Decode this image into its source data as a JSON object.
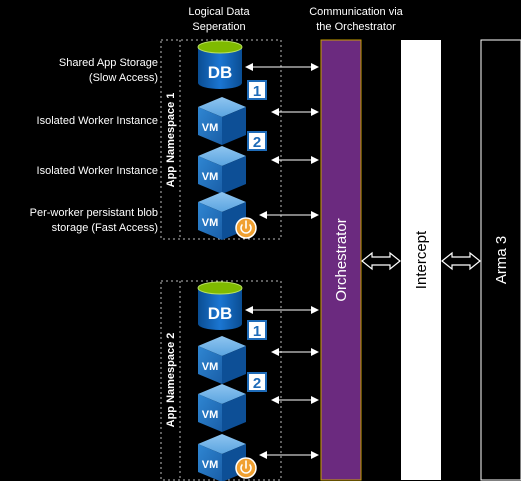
{
  "headers": {
    "separation_line1": "Logical Data",
    "separation_line2": "Seperation",
    "communication_line1": "Communication via",
    "communication_line2": "the Orchestrator"
  },
  "labels": {
    "shared_storage_line1": "Shared App Storage",
    "shared_storage_line2": "(Slow Access)",
    "worker_1": "Isolated Worker Instance",
    "worker_2": "Isolated Worker Instance",
    "blob_line1": "Per-worker persistant blob",
    "blob_line2": "storage (Fast Access)"
  },
  "namespaces": [
    {
      "label": "App Namespace 1",
      "db_label": "DB",
      "vms": [
        {
          "label": "VM",
          "badge": "1"
        },
        {
          "label": "VM",
          "badge": "2"
        },
        {
          "label": "VM",
          "badge": "power-icon"
        }
      ]
    },
    {
      "label": "App Namespace 2",
      "db_label": "DB",
      "vms": [
        {
          "label": "VM",
          "badge": "1"
        },
        {
          "label": "VM",
          "badge": "2"
        },
        {
          "label": "VM",
          "badge": "power-icon"
        }
      ]
    }
  ],
  "columns": {
    "orchestrator": "Orchestrator",
    "intercept": "Intercept",
    "arma": "Arma 3"
  },
  "colors": {
    "background": "#000000",
    "orchestrator_fill": "#6b2a7f",
    "orchestrator_border": "#c8a000",
    "intercept_fill": "#ffffff",
    "arma_fill": "#000000",
    "vm_front": "#1e6bb8",
    "db_green": "#7fba00",
    "badge_border": "#1e6bb8",
    "power_orange": "#f0a030"
  }
}
